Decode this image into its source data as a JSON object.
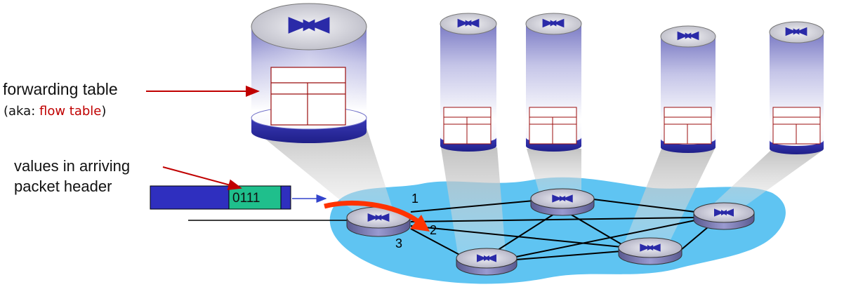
{
  "labels": {
    "forwarding_table": "forwarding table",
    "aka_prefix": "(aka: ",
    "flow_table": "flow table",
    "aka_suffix": ")",
    "values_line1": "values in arriving",
    "values_line2": "packet header",
    "header_value": "0111"
  },
  "ports": {
    "p1": "1",
    "p2": "2",
    "p3": "3"
  },
  "icons": {
    "router": "router-x-icon",
    "table": "table-grid-icon"
  },
  "colors": {
    "network_cloud": "#5fc4f2",
    "router_band": "#2a2aa0",
    "packet_body": "#2f2fbf",
    "packet_header_field": "#1fbf8c",
    "table_lines": "#9b0d0d",
    "pointer_arrow": "#c00000",
    "forward_arrow": "#ff3300",
    "flow_table_text": "#c00000"
  }
}
